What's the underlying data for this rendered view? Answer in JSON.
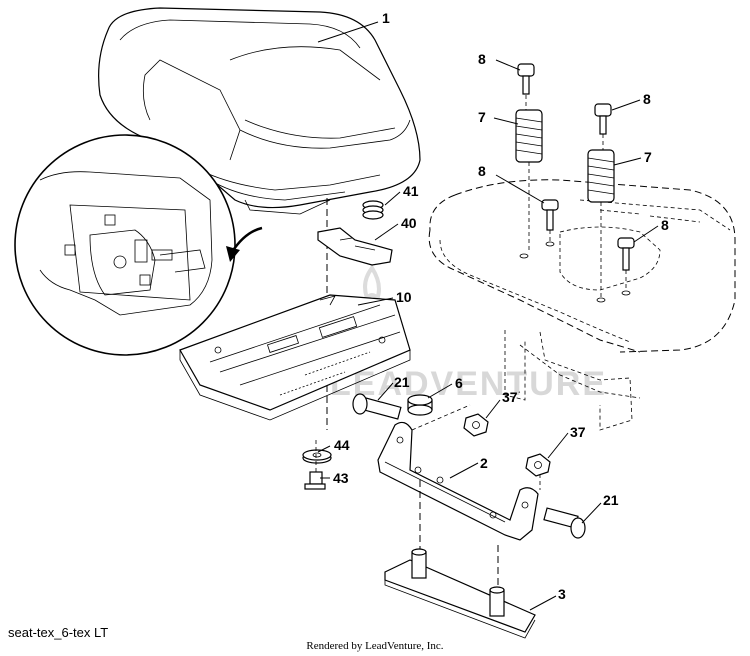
{
  "diagram": {
    "watermark_text": "LEADVENTURE",
    "callouts": [
      {
        "id": "c1",
        "label": "1"
      },
      {
        "id": "c8a",
        "label": "8"
      },
      {
        "id": "c7a",
        "label": "7"
      },
      {
        "id": "c8b",
        "label": "8"
      },
      {
        "id": "c7b",
        "label": "7"
      },
      {
        "id": "c8c",
        "label": "8"
      },
      {
        "id": "c8d",
        "label": "8"
      },
      {
        "id": "c41",
        "label": "41"
      },
      {
        "id": "c40",
        "label": "40"
      },
      {
        "id": "c10",
        "label": "10"
      },
      {
        "id": "c21a",
        "label": "21"
      },
      {
        "id": "c6",
        "label": "6"
      },
      {
        "id": "c37a",
        "label": "37"
      },
      {
        "id": "c37b",
        "label": "37"
      },
      {
        "id": "c2",
        "label": "2"
      },
      {
        "id": "c44",
        "label": "44"
      },
      {
        "id": "c43",
        "label": "43"
      },
      {
        "id": "c21b",
        "label": "21"
      },
      {
        "id": "c3",
        "label": "3"
      }
    ]
  },
  "footer": {
    "diagram_id": "seat-tex_6-tex LT",
    "rendered_by": "Rendered by LeadVenture, Inc."
  }
}
